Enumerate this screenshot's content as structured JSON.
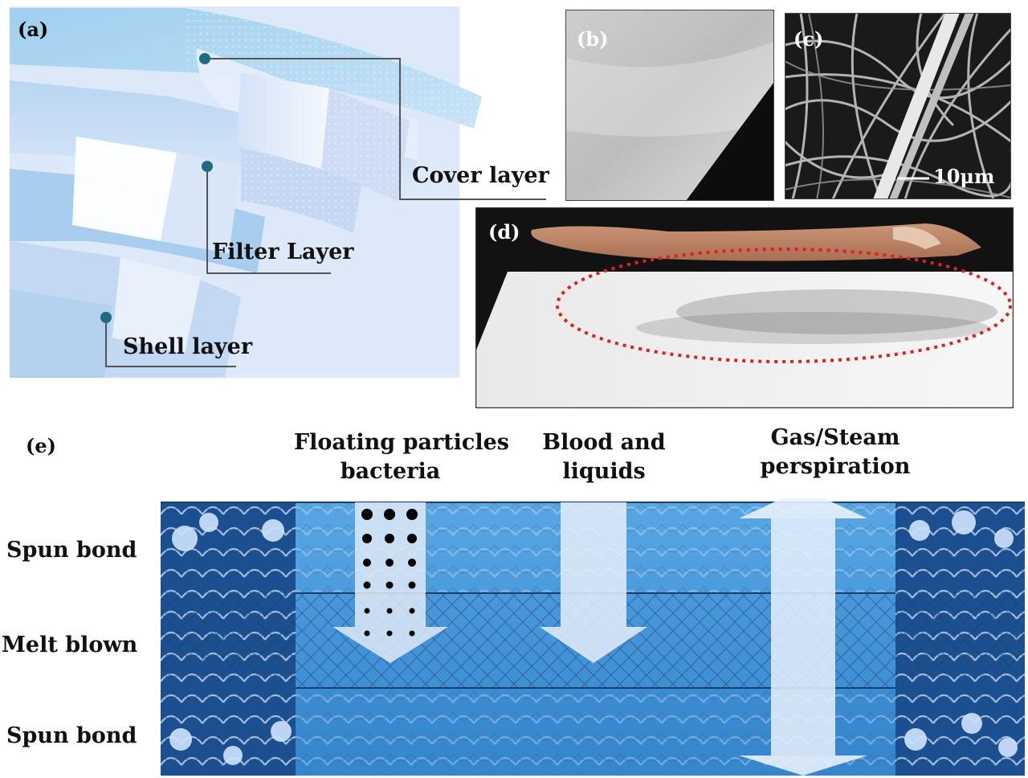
{
  "panel_a": {
    "letter": "(a)",
    "cover_label": "Cover layer",
    "filter_label": "Filter Layer",
    "shell_label": "Shell layer"
  },
  "panel_b": {
    "letter": "(b)"
  },
  "panel_c": {
    "letter": "(c)",
    "scale_label": "10μm"
  },
  "panel_d": {
    "letter": "(d)"
  },
  "panel_e": {
    "letter": "(e)",
    "col1_line1": "Floating particles",
    "col1_line2": "bacteria",
    "col2_line1": "Blood and",
    "col2_line2": "liquids",
    "col3_line1": "Gas/Steam",
    "col3_line2": "perspiration",
    "row1": "Spun bond",
    "row2": "Melt blown",
    "row3": "Spun bond"
  },
  "colors": {
    "mask_blue": "#a9cdee",
    "band_blue": "#3a8fd6",
    "dark_blue": "#1b4f8f",
    "ellipse_red": "#e02020",
    "dot_teal": "#1f6b86"
  }
}
